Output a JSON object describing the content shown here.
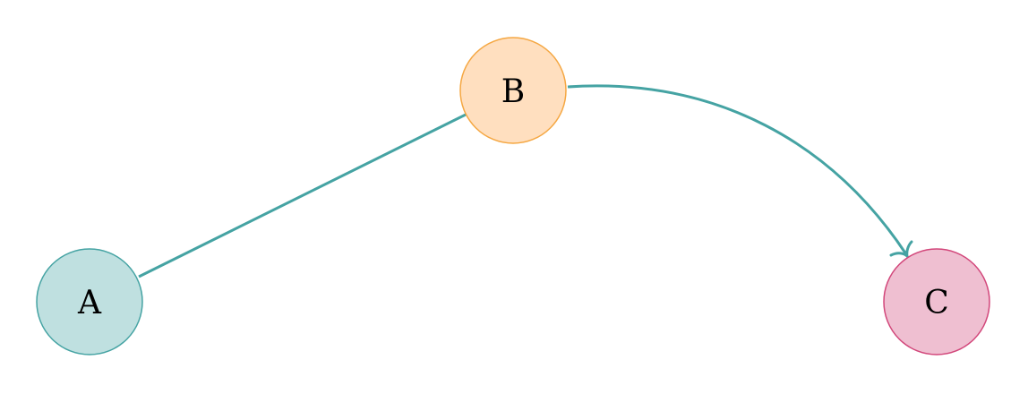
{
  "nodes": [
    {
      "id": "A",
      "label": "A",
      "fill": "#bfe0e0",
      "stroke": "#45a3a3"
    },
    {
      "id": "B",
      "label": "B",
      "fill": "#ffdfbf",
      "stroke": "#f5a742"
    },
    {
      "id": "C",
      "label": "C",
      "fill": "#efbfd1",
      "stroke": "#d2467a"
    }
  ],
  "edges": [
    {
      "from": "A",
      "to": "B",
      "directed": false,
      "color": "#45a3a3"
    },
    {
      "from": "B",
      "to": "C",
      "directed": true,
      "color": "#45a3a3"
    }
  ]
}
